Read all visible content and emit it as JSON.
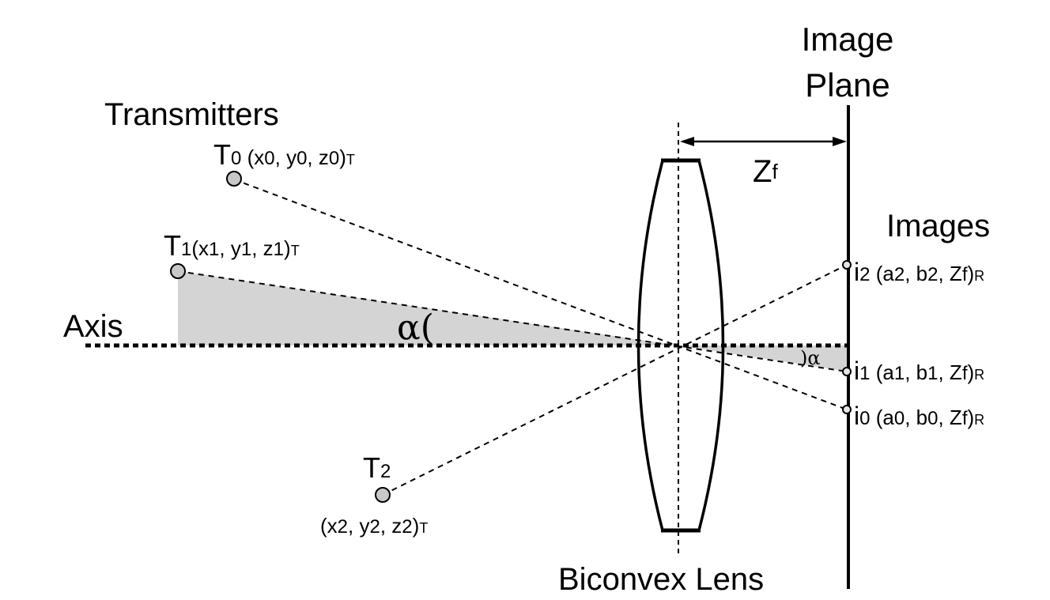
{
  "labels": {
    "image_plane_line1": "Image",
    "image_plane_line2": "Plane",
    "transmitters": "Transmitters",
    "images": "Images",
    "axis": "Axis",
    "lens": "Biconvex Lens",
    "zf_main": "Z",
    "zf_sub": "f",
    "alpha_big": "α(",
    "alpha_small": ")α"
  },
  "transmitters": [
    {
      "letter": "T",
      "index": "0",
      "x": "x",
      "y": "y",
      "z": "z",
      "frame": "T"
    },
    {
      "letter": "T",
      "index": "1",
      "x": "x",
      "y": "y",
      "z": "z",
      "frame": "T"
    },
    {
      "letter": "T",
      "index": "2",
      "x": "x",
      "y": "y",
      "z": "z",
      "frame": "T"
    }
  ],
  "images": [
    {
      "letter": "i",
      "index": "2",
      "a": "a",
      "b": "b",
      "z": "Z",
      "zsub": "f",
      "frame": "R"
    },
    {
      "letter": "i",
      "index": "1",
      "a": "a",
      "b": "b",
      "z": "Z",
      "zsub": "f",
      "frame": "R"
    },
    {
      "letter": "i",
      "index": "0",
      "a": "a",
      "b": "b",
      "z": "Z",
      "zsub": "f",
      "frame": "R"
    }
  ],
  "colors": {
    "line": "#000000",
    "shade": "#d4d4d4",
    "transmitter_fill": "#c8c8c8",
    "image_point_fill": "#e6e6e6"
  }
}
